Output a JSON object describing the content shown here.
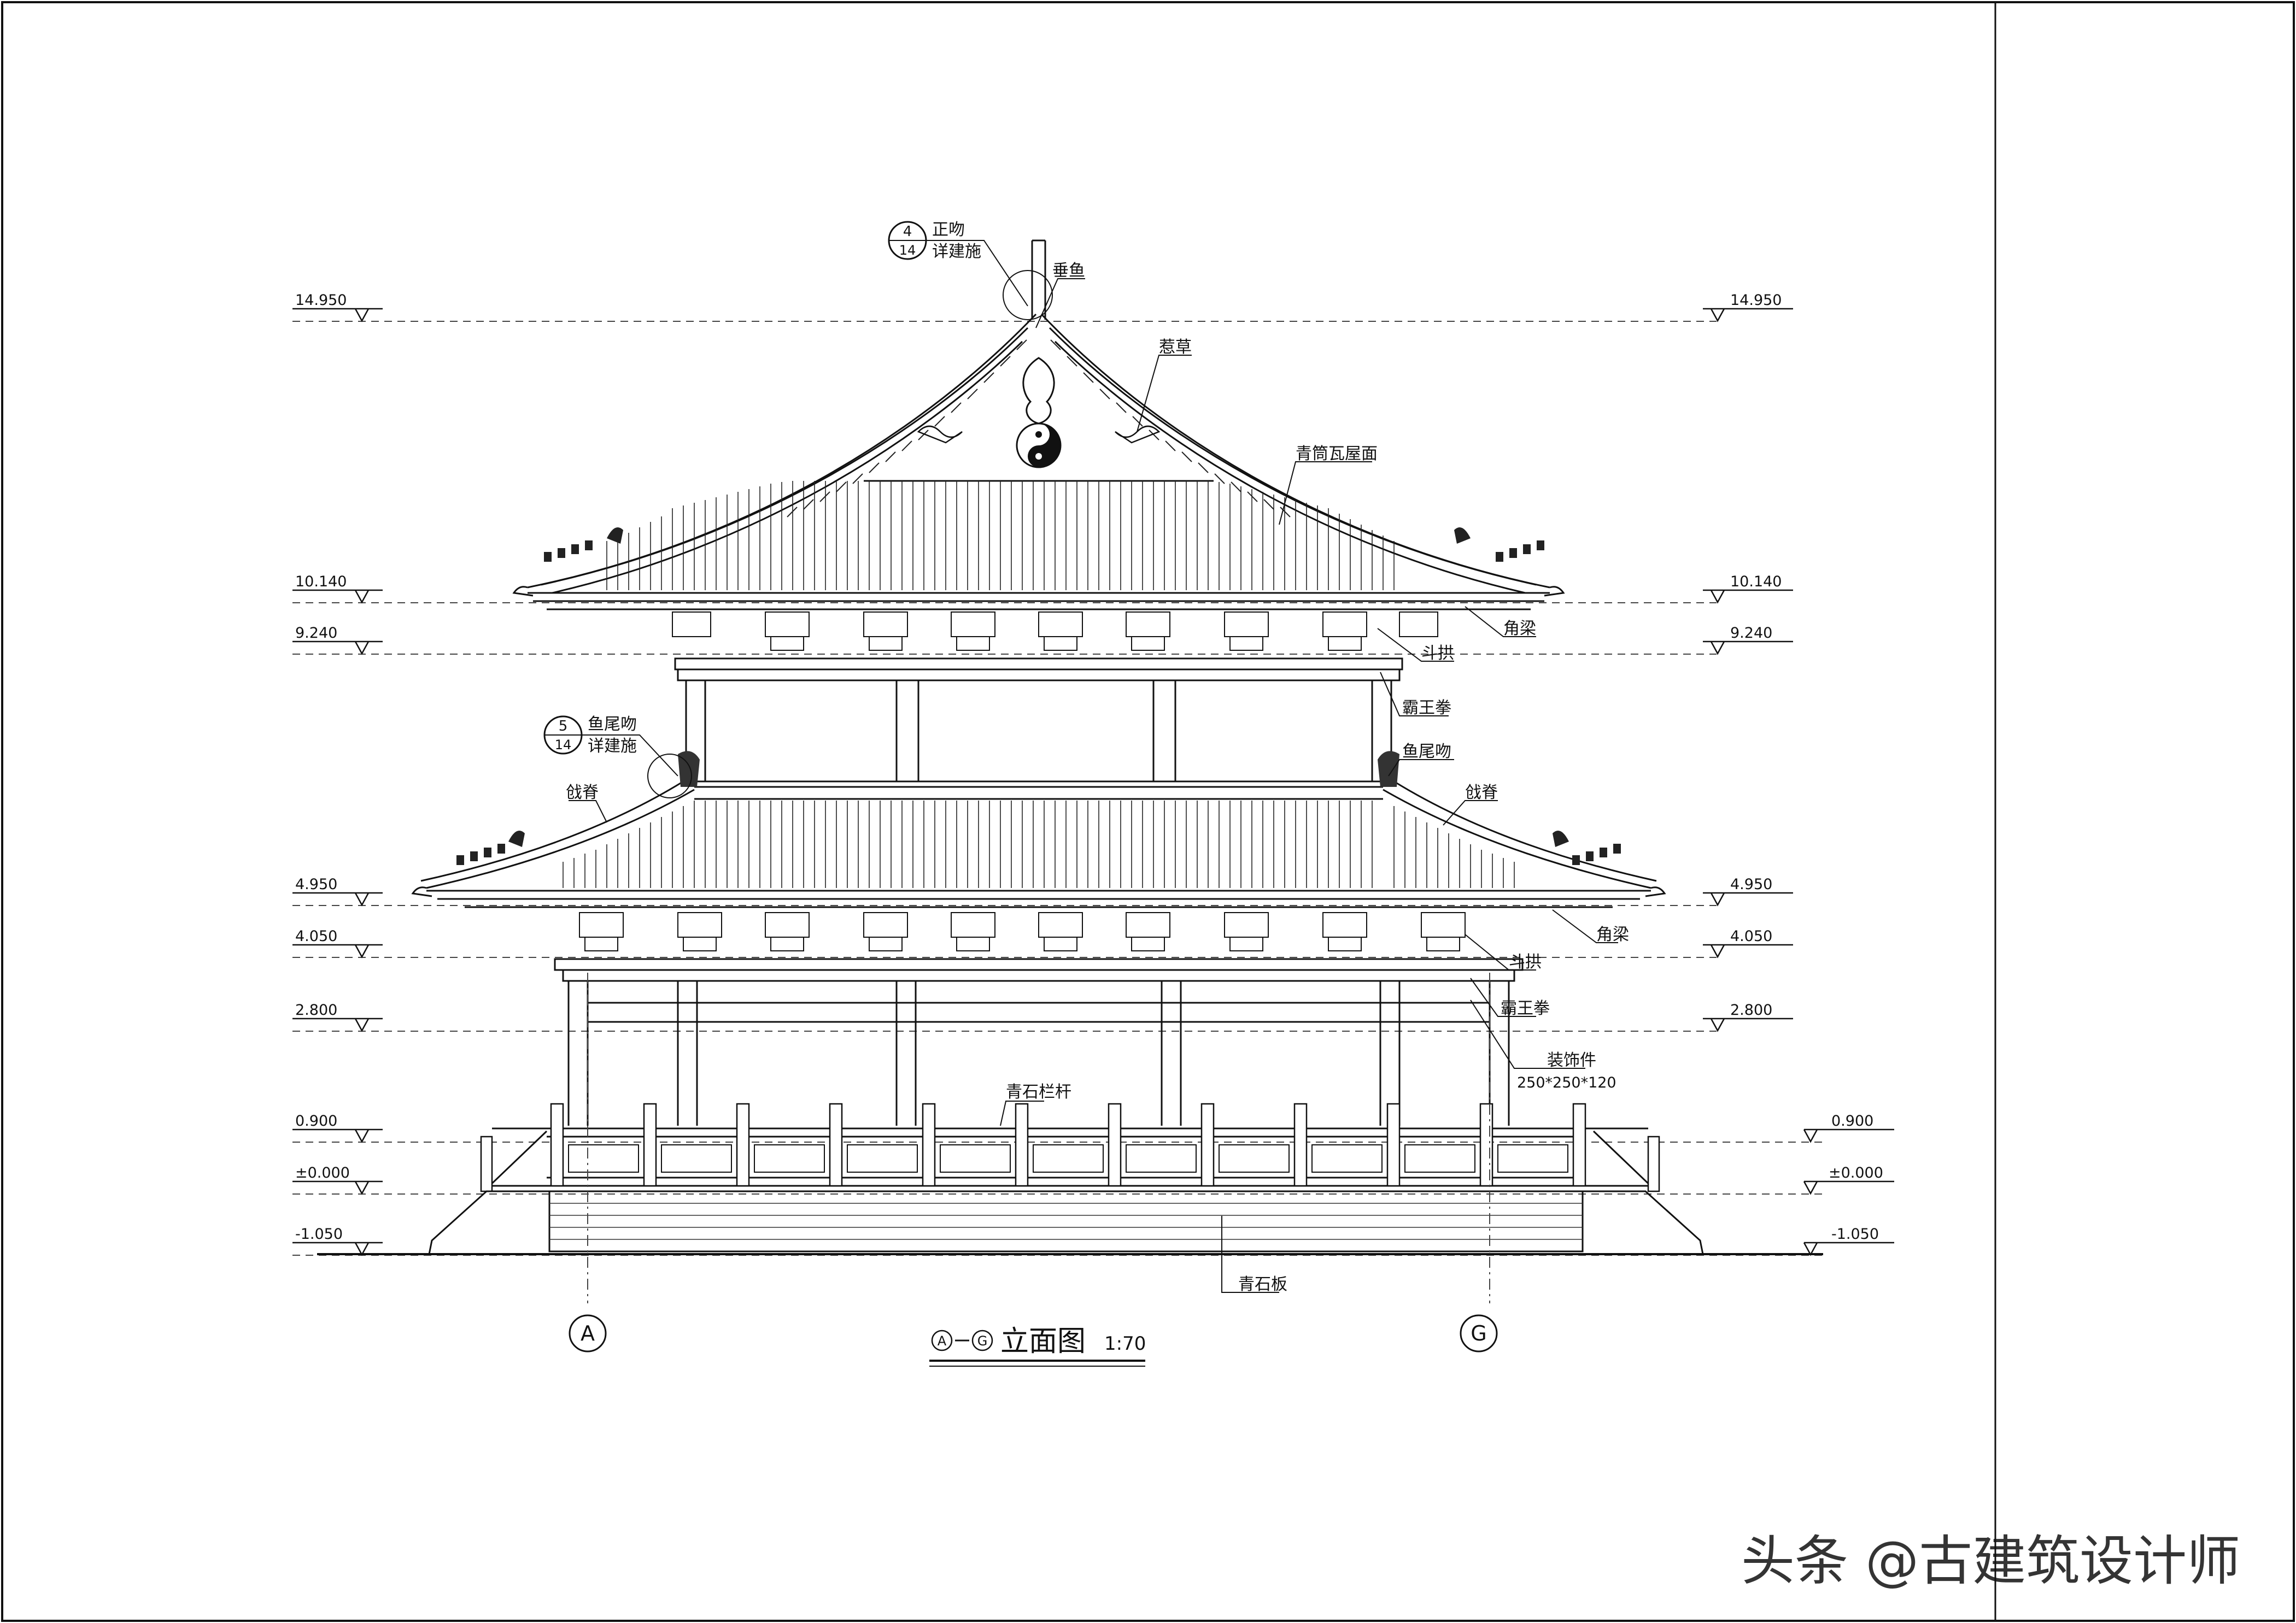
{
  "drawing": {
    "title": "立面图",
    "title_axis_start": "A",
    "title_axis_end": "G",
    "scale": "1:70",
    "axis_left": "A",
    "axis_right": "G"
  },
  "levels": [
    {
      "id": "lv1",
      "label": "14.950"
    },
    {
      "id": "lv2",
      "label": "10.140"
    },
    {
      "id": "lv3",
      "label": "9.240"
    },
    {
      "id": "lv4",
      "label": "4.950"
    },
    {
      "id": "lv5",
      "label": "4.050"
    },
    {
      "id": "lv6",
      "label": "2.800"
    },
    {
      "id": "lv7",
      "label": "0.900"
    },
    {
      "id": "lv8",
      "label": "±0.000"
    },
    {
      "id": "lv9",
      "label": "-1.050"
    }
  ],
  "detail_refs": [
    {
      "num": "4",
      "sheet": "14",
      "name": "正吻",
      "note": "详建施"
    },
    {
      "num": "5",
      "sheet": "14",
      "name": "鱼尾吻",
      "note": "详建施"
    }
  ],
  "annotations": {
    "chuiyu": "垂鱼",
    "recao": "惹草",
    "roof_tile": "青筒瓦屋面",
    "jiaoliang": "角梁",
    "dougong": "斗拱",
    "bawangquan": "霸王拳",
    "yuweiwen": "鱼尾吻",
    "qiangji": "戗脊",
    "zhuangshijian": "装饰件",
    "zhuangshijian_size": "250*250*120",
    "balustrade": "青石栏杆",
    "paving": "青石板"
  },
  "watermark": "头条 @古建筑设计师"
}
